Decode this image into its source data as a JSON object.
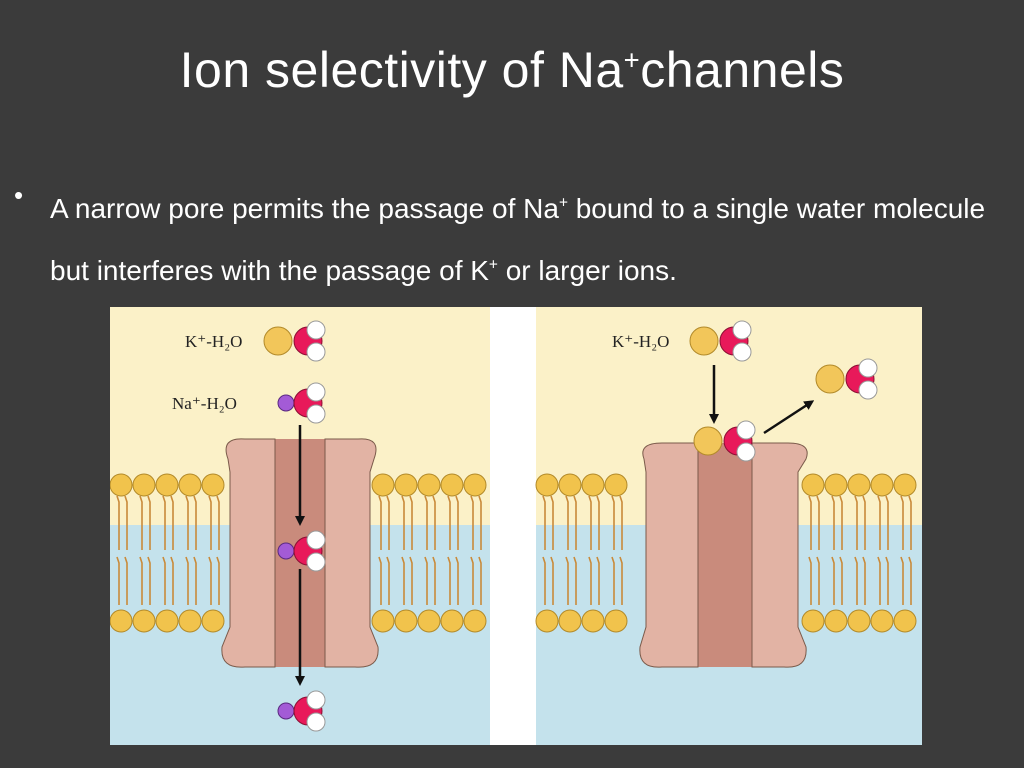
{
  "slide": {
    "title_main": "Ion selectivity of Na",
    "title_sup": "+",
    "title_tail": "channels"
  },
  "bullet": {
    "part1": "A narrow pore permits the passage of Na",
    "sup1": "+",
    "part2": " bound to a single water molecule but interferes with the passage of K",
    "sup2": "+",
    "part3": " or larger ions."
  },
  "figure": {
    "left_panel": {
      "label_k": "K⁺-H₂O",
      "label_na": "Na⁺-H₂O"
    },
    "right_panel": {
      "label_k": "K⁺-H₂O"
    },
    "colors": {
      "extracellular": "#fbf1c8",
      "cytoplasm": "#c4e2ec",
      "lipid_head": "#f1c34c",
      "lipid_tail": "#c98a3a",
      "channel_wall": "#e2b3a4",
      "channel_pore": "#c98b7c",
      "potassium": "#f2c65a",
      "sodium": "#a35bd6",
      "oxygen": "#e8195a",
      "hydrogen": "#ffffff"
    }
  }
}
